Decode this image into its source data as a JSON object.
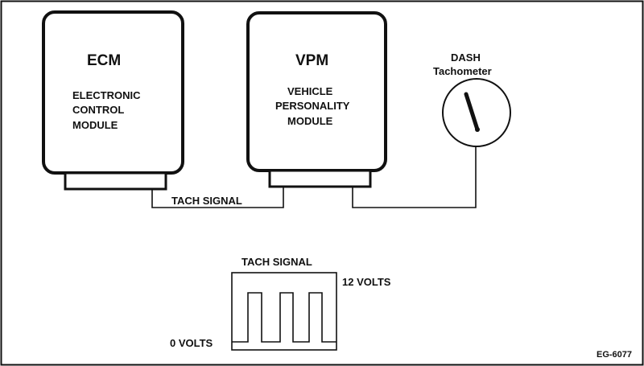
{
  "ecm": {
    "title": "ECM",
    "line1": "ELECTRONIC",
    "line2": "CONTROL",
    "line3": "MODULE"
  },
  "vpm": {
    "title": "VPM",
    "line1": "VEHICLE",
    "line2": "PERSONALITY",
    "line3": "MODULE"
  },
  "dash": {
    "line1": "DASH",
    "line2": "Tachometer"
  },
  "wire_label": "TACH SIGNAL",
  "waveform": {
    "title": "TACH SIGNAL",
    "high_label": "12 VOLTS",
    "low_label": "0 VOLTS"
  },
  "figure_id": "EG-6077",
  "colors": {
    "line": "#111111",
    "background": "#ffffff"
  }
}
